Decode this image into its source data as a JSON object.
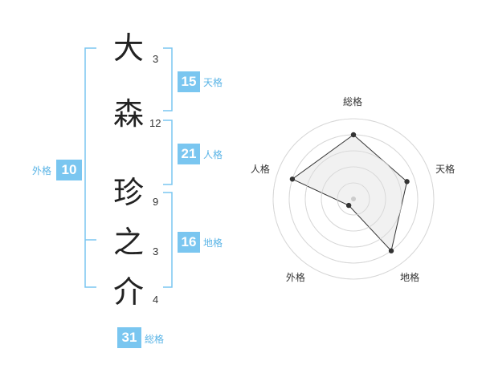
{
  "name": {
    "characters": [
      {
        "char": "大",
        "strokes": "3"
      },
      {
        "char": "森",
        "strokes": "12"
      },
      {
        "char": "珍",
        "strokes": "9"
      },
      {
        "char": "之",
        "strokes": "3"
      },
      {
        "char": "介",
        "strokes": "4"
      }
    ]
  },
  "fortunes": {
    "tenkaku": {
      "value": "15",
      "label": "天格"
    },
    "jinkaku": {
      "value": "21",
      "label": "人格"
    },
    "chikaku": {
      "value": "16",
      "label": "地格"
    },
    "gaikaku": {
      "value": "10",
      "label": "外格"
    },
    "soukaku": {
      "value": "31",
      "label": "総格"
    }
  },
  "colors": {
    "accent": "#7ac6f0",
    "accent_text": "#5ab4e6",
    "radar_fill": "#ececec",
    "radar_line": "#333333"
  },
  "chart_data": {
    "type": "radar",
    "axes": [
      "総格",
      "天格",
      "地格",
      "外格",
      "人格"
    ],
    "values": [
      4,
      3.5,
      4,
      0.5,
      4
    ],
    "max": 5,
    "rings": 5
  }
}
